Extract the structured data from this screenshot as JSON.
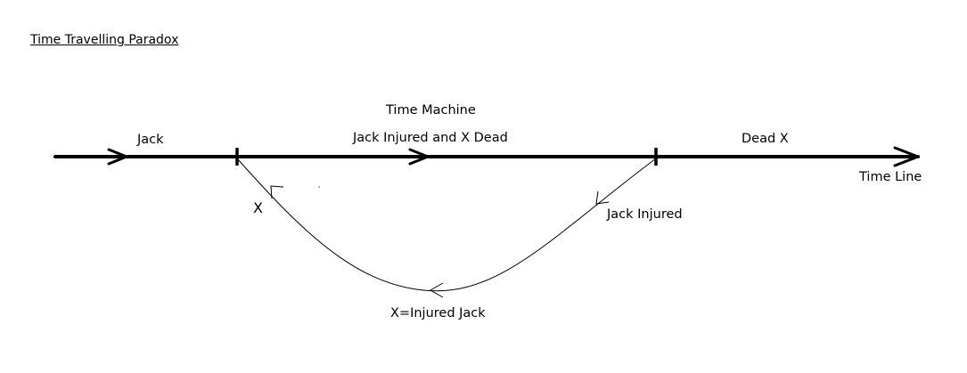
{
  "title": "Time Travelling Paradox",
  "labels": {
    "jack": "Jack",
    "time_machine": "Time Machine",
    "jack_injured_and_x_dead": "Jack Injured and X Dead",
    "dead_x": "Dead X",
    "time_line": "Time Line",
    "x": "X",
    "jack_injured": "Jack Injured",
    "x_equals_injured_jack": "X=Injured Jack"
  },
  "colors": {
    "ink": "#000000",
    "background": "#ffffff"
  }
}
